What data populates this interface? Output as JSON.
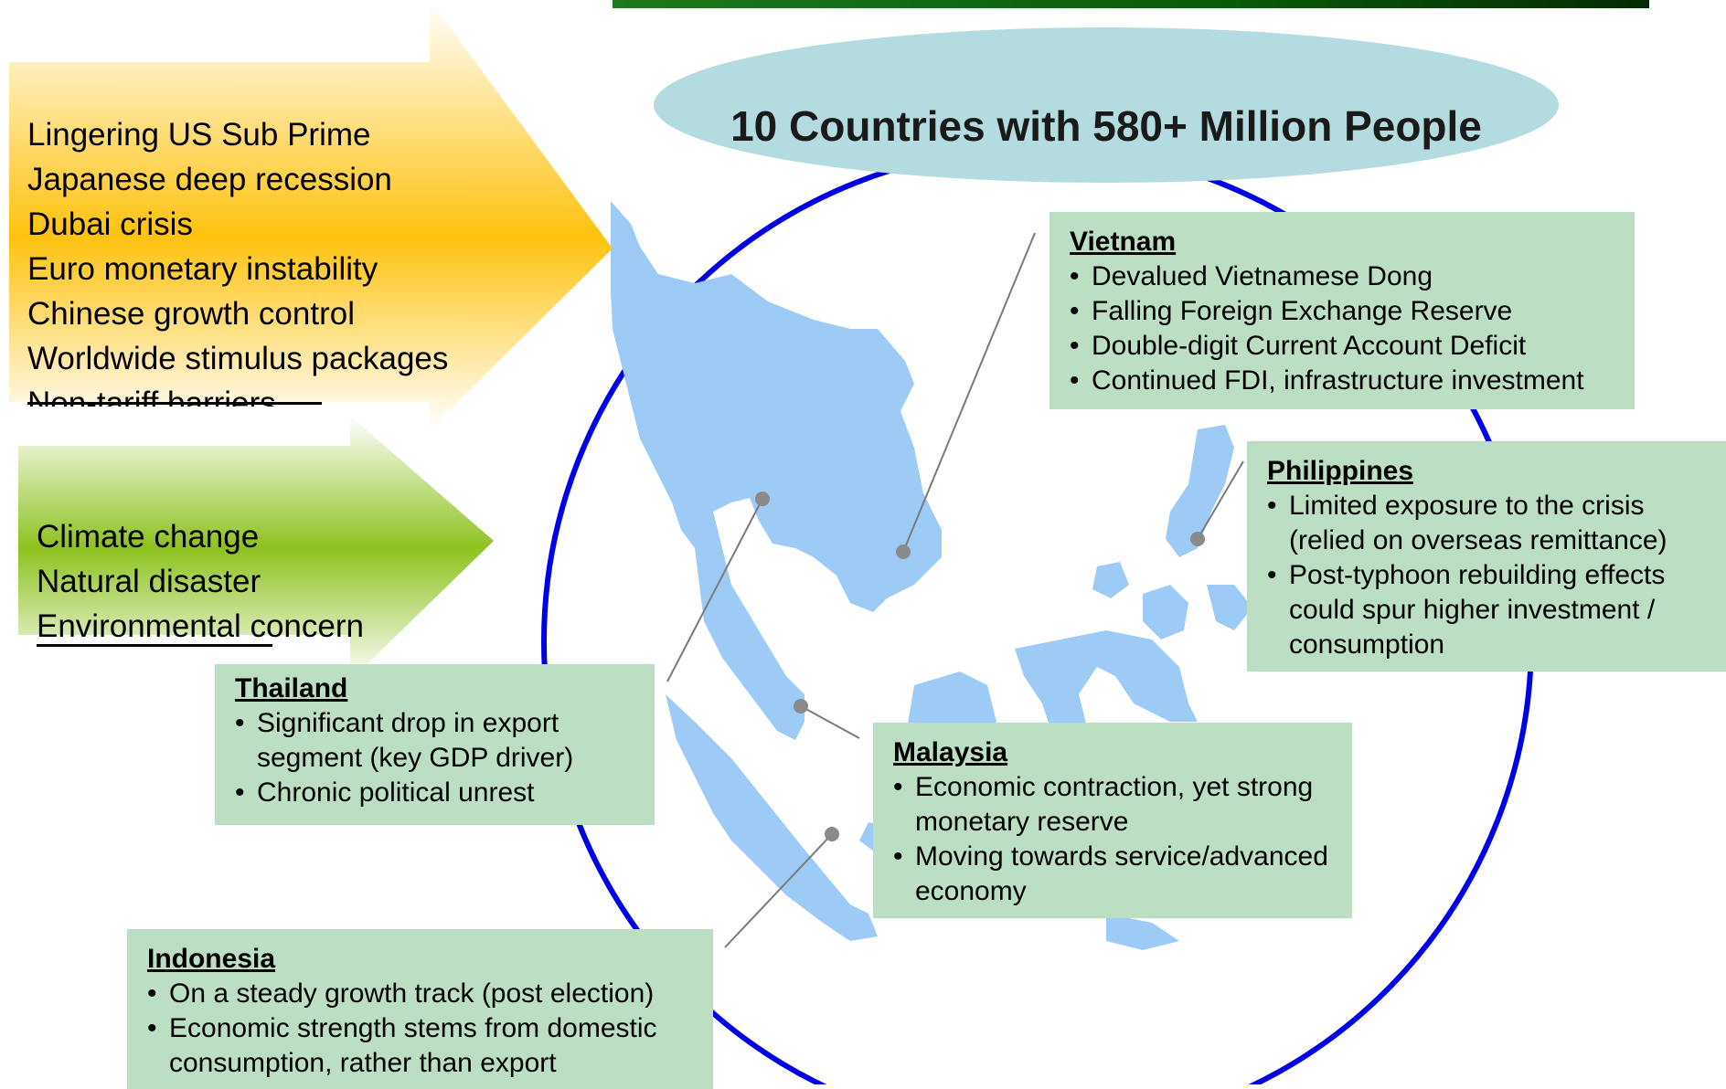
{
  "title": "10 Countries with 580+ Million People",
  "economic_factors": {
    "items": [
      "Lingering US Sub Prime",
      "Japanese deep recession",
      "Dubai crisis",
      "Euro monetary instability",
      "Chinese growth control",
      "Worldwide stimulus packages",
      "Non-tariff barriers"
    ]
  },
  "environmental_factors": {
    "items": [
      "Climate change",
      "Natural disaster",
      "Environmental concern"
    ]
  },
  "countries": {
    "vietnam": {
      "name": "Vietnam",
      "points": [
        "Devalued Vietnamese Dong",
        "Falling Foreign Exchange Reserve",
        "Double-digit Current Account Deficit",
        "Continued FDI, infrastructure investment"
      ]
    },
    "philippines": {
      "name": "Philippines",
      "points": [
        "Limited exposure to the crisis (relied on overseas remittance)",
        "Post-typhoon rebuilding effects could spur higher investment / consumption"
      ]
    },
    "thailand": {
      "name": "Thailand",
      "points": [
        "Significant drop in export segment (key GDP driver)",
        "Chronic political unrest"
      ]
    },
    "malaysia": {
      "name": "Malaysia",
      "points": [
        "Economic contraction, yet strong monetary reserve",
        "Moving towards service/advanced economy"
      ]
    },
    "indonesia": {
      "name": "Indonesia",
      "points": [
        "On a steady growth track (post election)",
        "Economic strength stems from domestic consumption, rather than export"
      ]
    }
  },
  "colors": {
    "circle": "#0000e6",
    "land": "#9dcbf5",
    "ellipse": "#b4dce0",
    "callout_box": "#bcdfc4",
    "economic_arrow": "#ffc20e",
    "environment_arrow": "#8dc21f"
  }
}
